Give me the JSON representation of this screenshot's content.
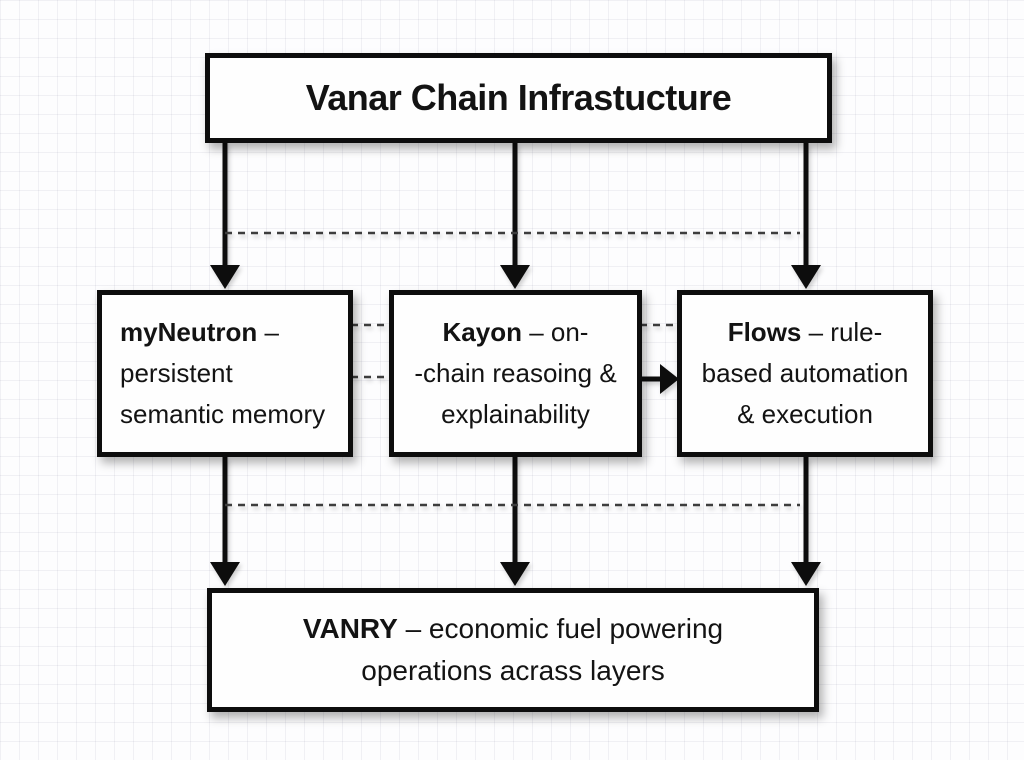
{
  "diagram": {
    "nodes": {
      "top": {
        "title": "Vanar Chain Infrastucture"
      },
      "myneutron": {
        "line1_bold": "myNeutron",
        "line1_rest": " –",
        "line2": "persistent",
        "line3": "semantic memory"
      },
      "kayon": {
        "line1_bold": "Kayon",
        "line1_rest": " – on-",
        "line2": "-chain reasoing &",
        "line3": "explainability"
      },
      "flows": {
        "line1_bold": "Flows",
        "line1_rest": " – rule-",
        "line2": "based automation",
        "line3": "& execution"
      },
      "vanry": {
        "line1_bold": "VANRY",
        "line1_rest": " – economic fuel powering",
        "line2": "operations acrass layers"
      }
    },
    "edges": [
      {
        "from": "Vanar Chain Infrastucture",
        "to": "myNeutron",
        "style": "solid-arrow-down"
      },
      {
        "from": "Vanar Chain Infrastucture",
        "to": "Kayon",
        "style": "solid-arrow-down"
      },
      {
        "from": "Vanar Chain Infrastucture",
        "to": "Flows",
        "style": "solid-arrow-down"
      },
      {
        "from": "myNeutron",
        "to": "Kayon",
        "style": "dashed-horizontal"
      },
      {
        "from": "Kayon",
        "to": "Flows",
        "style": "dashed-horizontal"
      },
      {
        "from": "Kayon",
        "to": "Flows",
        "style": "solid-arrow-right"
      },
      {
        "from": "myNeutron",
        "to": "VANRY",
        "style": "solid-arrow-down"
      },
      {
        "from": "Kayon",
        "to": "VANRY",
        "style": "solid-arrow-down"
      },
      {
        "from": "Flows",
        "to": "VANRY",
        "style": "solid-arrow-down"
      }
    ],
    "colors": {
      "background": "#fdfdfe",
      "grid_line": "#ededf2",
      "box_background": "#fefefe",
      "box_border": "#0d0d0d",
      "text": "#131313",
      "arrow": "#0d0d0d",
      "dashed_line": "#3d3d3d"
    }
  }
}
